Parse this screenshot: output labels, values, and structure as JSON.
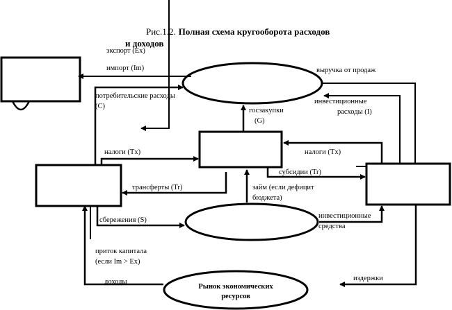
{
  "title": {
    "prefix": "Рис.1.2.",
    "bold_line1": "Полная схема кругооборота расходов",
    "bold_line2": "и доходов"
  },
  "nodes": {
    "product_market": {
      "label": ""
    },
    "government": {
      "label": ""
    },
    "households": {
      "label": ""
    },
    "firms": {
      "label": ""
    },
    "foreign_sector": {
      "label": ""
    },
    "financial_market": {
      "label": ""
    },
    "resource_market": {
      "line1": "Рынок экономических",
      "line2": "ресурсов"
    }
  },
  "flows": {
    "export": "экспорт (Ex)",
    "import": "импорт (Im)",
    "consumer_spending_1": "потребительские расходы",
    "consumer_spending_2": "(С)",
    "gov_purchases_1": "госзакупки",
    "gov_purchases_2": "(G)",
    "sales_revenue": "выручка от продаж",
    "investment_spending_1": "инвестиционные",
    "investment_spending_2": "расходы (I)",
    "taxes_households": "налоги (Tx)",
    "taxes_firms": "налоги (Tx)",
    "subsidies": "субсидии (Tr)",
    "transfers": "трансферты (Tr)",
    "loan_1": "займ (если дефицит",
    "loan_2": "бюджета)",
    "savings": "сбережения (S)",
    "investment_funds_1": "инвестиционные",
    "investment_funds_2": "средства",
    "capital_inflow_1": "приток капитала",
    "capital_inflow_2": "(если Im > Ex)",
    "income": "доходы",
    "costs": "издержки"
  }
}
